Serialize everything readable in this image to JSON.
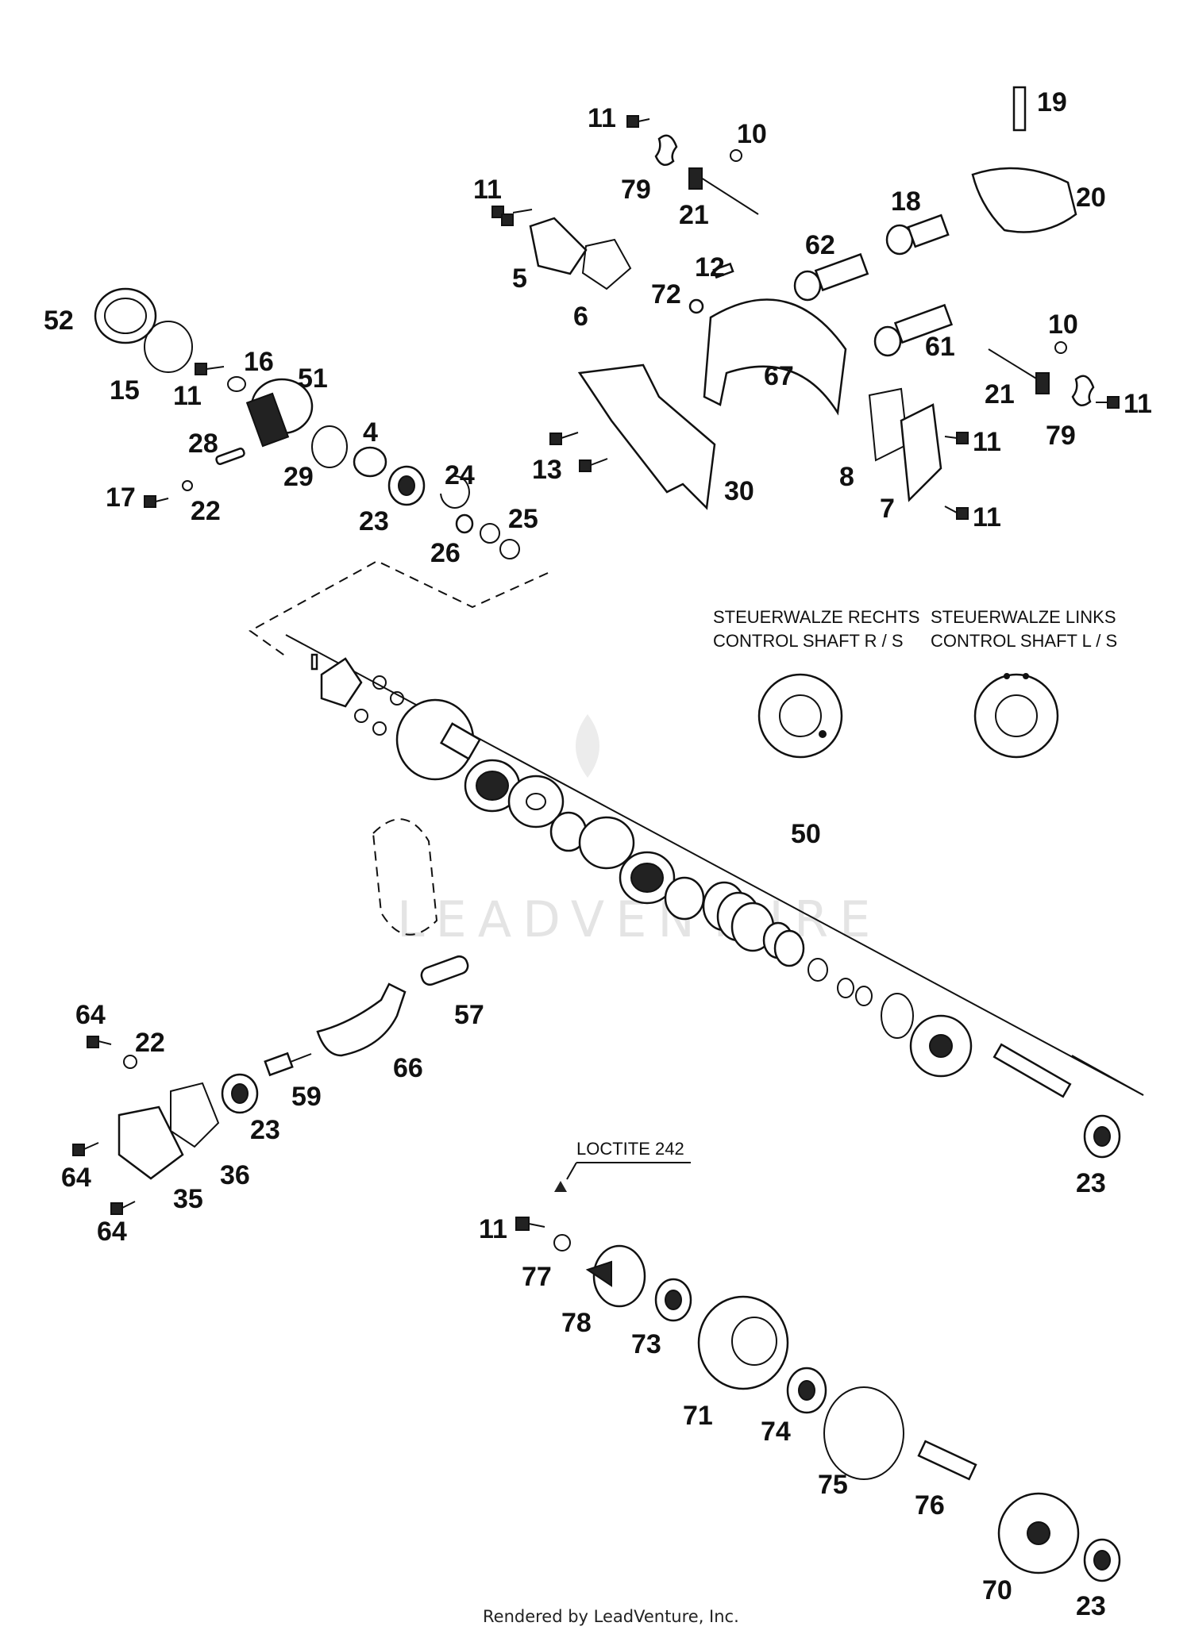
{
  "diagram": {
    "callouts": [
      "11",
      "10",
      "19",
      "79",
      "21",
      "20",
      "11",
      "18",
      "62",
      "5",
      "6",
      "12",
      "72",
      "52",
      "15",
      "11",
      "16",
      "51",
      "10",
      "61",
      "67",
      "21",
      "79",
      "11",
      "28",
      "29",
      "4",
      "24",
      "13",
      "11",
      "30",
      "8",
      "7",
      "11",
      "17",
      "22",
      "23",
      "26",
      "25"
    ],
    "callouts_lower": [
      "50",
      "57",
      "64",
      "22",
      "66",
      "59",
      "23",
      "64",
      "35",
      "36",
      "64",
      "23",
      "11",
      "77",
      "78",
      "73",
      "71",
      "74",
      "75",
      "76",
      "70",
      "23"
    ],
    "captions": {
      "right_de": "STEUERWALZE RECHTS",
      "right_en": "CONTROL SHAFT R / S",
      "left_de": "STEUERWALZE LINKS",
      "left_en": "CONTROL SHAFT L / S",
      "loctite": "LOCTITE 242"
    },
    "watermark": "LEADVENTURE",
    "footer": "Rendered by LeadVenture, Inc."
  }
}
